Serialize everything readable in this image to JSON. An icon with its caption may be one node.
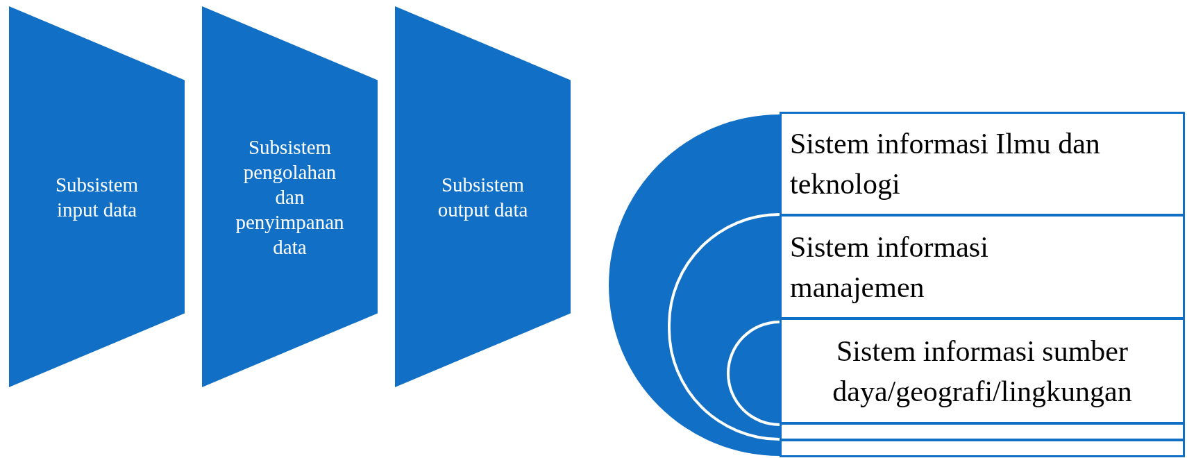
{
  "diagram": {
    "nodes": [
      {
        "text": [
          "Subsistem input data"
        ]
      },
      {
        "text": [
          "Subsistem pengolahan dan penyimpanan data"
        ]
      },
      {
        "text": [
          "Subsistem output data"
        ]
      },
      {
        "text": [],
        "shape": "circle"
      },
      {
        "text": [],
        "shape": "circle",
        "in": 3
      },
      {
        "text": [],
        "shape": "circle",
        "in": 4
      },
      {
        "text": [
          "Sistem informasi Ilmu dan teknologi"
        ]
      },
      {
        "text": [
          "Sistem informasi manajemen"
        ]
      },
      {
        "text": [
          "Sistem informasi sumber daya/geografi/lingkungan"
        ]
      },
      {
        "text": [],
        "shape": "box"
      },
      {
        "text": [],
        "shape": "box"
      }
    ],
    "edges": []
  }
}
